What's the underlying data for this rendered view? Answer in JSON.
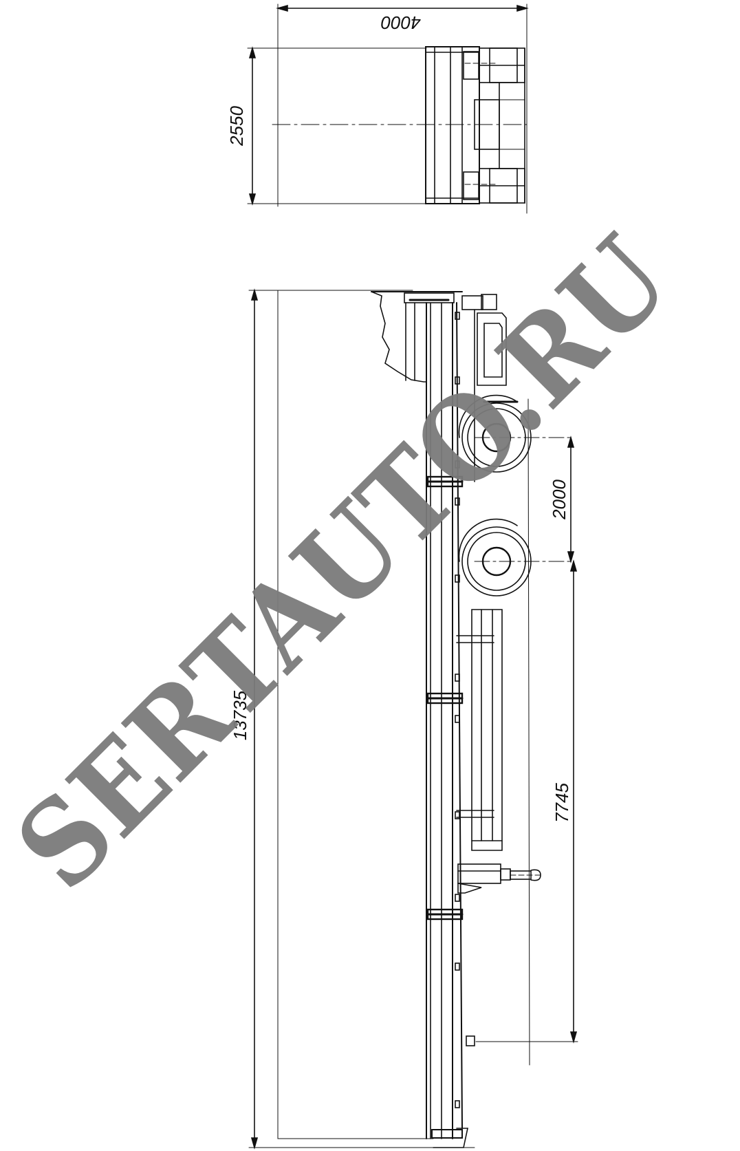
{
  "drawing": {
    "top_view": {
      "dimensions": {
        "length": "4000",
        "width": "2550"
      }
    },
    "side_view": {
      "dimensions": {
        "overall_length": "13735",
        "axle_spacing": "2000",
        "axle_to_kingpin_area": "7745"
      }
    }
  },
  "watermark": {
    "text": "SERTAUTO.RU"
  },
  "colors": {
    "line": "#111111",
    "watermark": "#7b7b7b",
    "background": "#ffffff"
  }
}
